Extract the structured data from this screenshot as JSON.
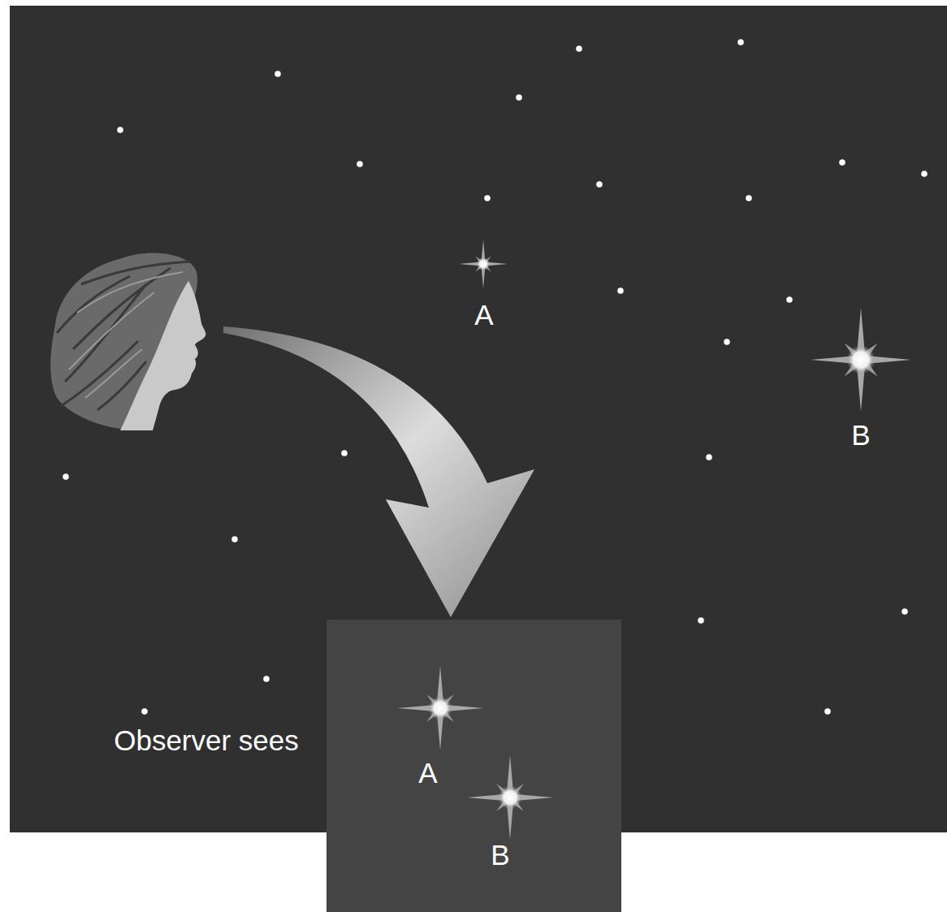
{
  "diagram": {
    "nodes": [
      {
        "text": [
          "Observer sees",
          "A",
          "B"
        ]
      }
    ],
    "labels": [
      "A",
      "B"
    ]
  }
}
